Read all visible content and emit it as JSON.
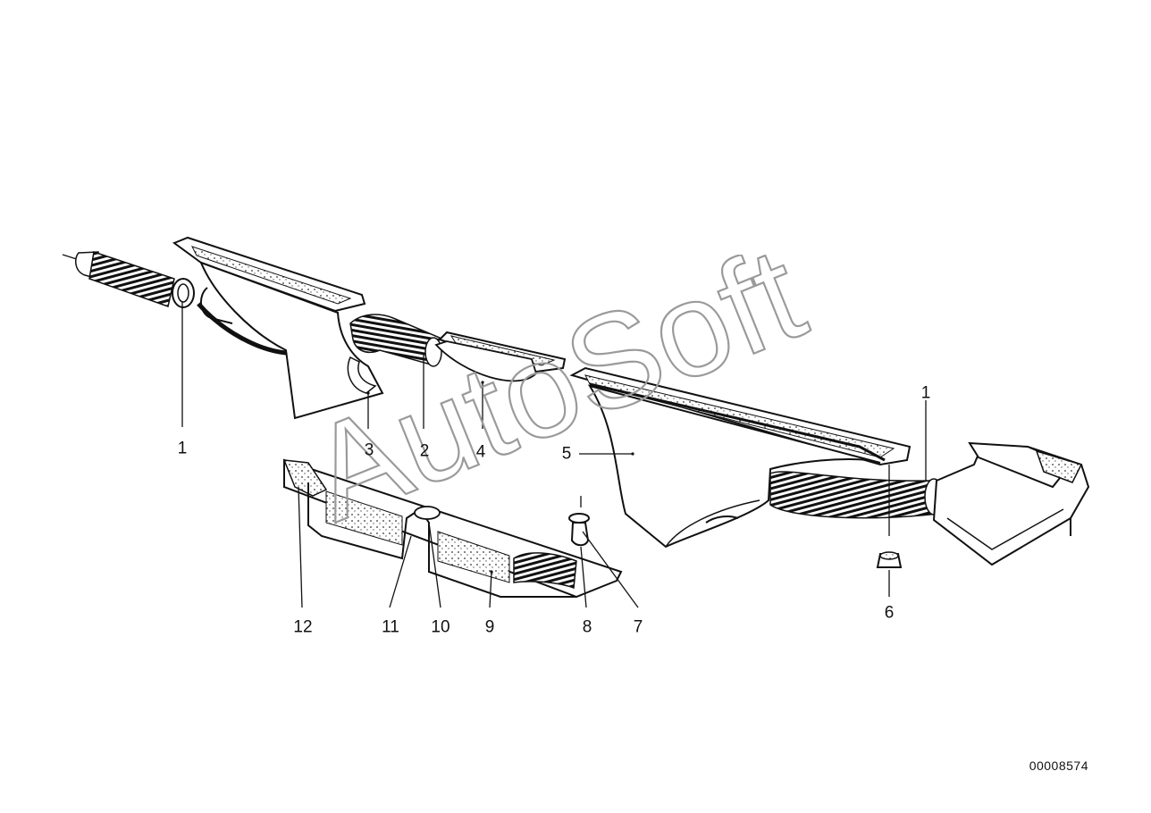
{
  "watermark": "AutoSoft",
  "drawing_id": "00008574",
  "callouts": [
    {
      "id": "1a",
      "label": "1"
    },
    {
      "id": "3",
      "label": "3"
    },
    {
      "id": "2",
      "label": "2"
    },
    {
      "id": "4",
      "label": "4"
    },
    {
      "id": "5",
      "label": "5"
    },
    {
      "id": "1b",
      "label": "1"
    },
    {
      "id": "12",
      "label": "12"
    },
    {
      "id": "11",
      "label": "11"
    },
    {
      "id": "10",
      "label": "10"
    },
    {
      "id": "9",
      "label": "9"
    },
    {
      "id": "8",
      "label": "8"
    },
    {
      "id": "7",
      "label": "7"
    },
    {
      "id": "6",
      "label": "6"
    }
  ]
}
